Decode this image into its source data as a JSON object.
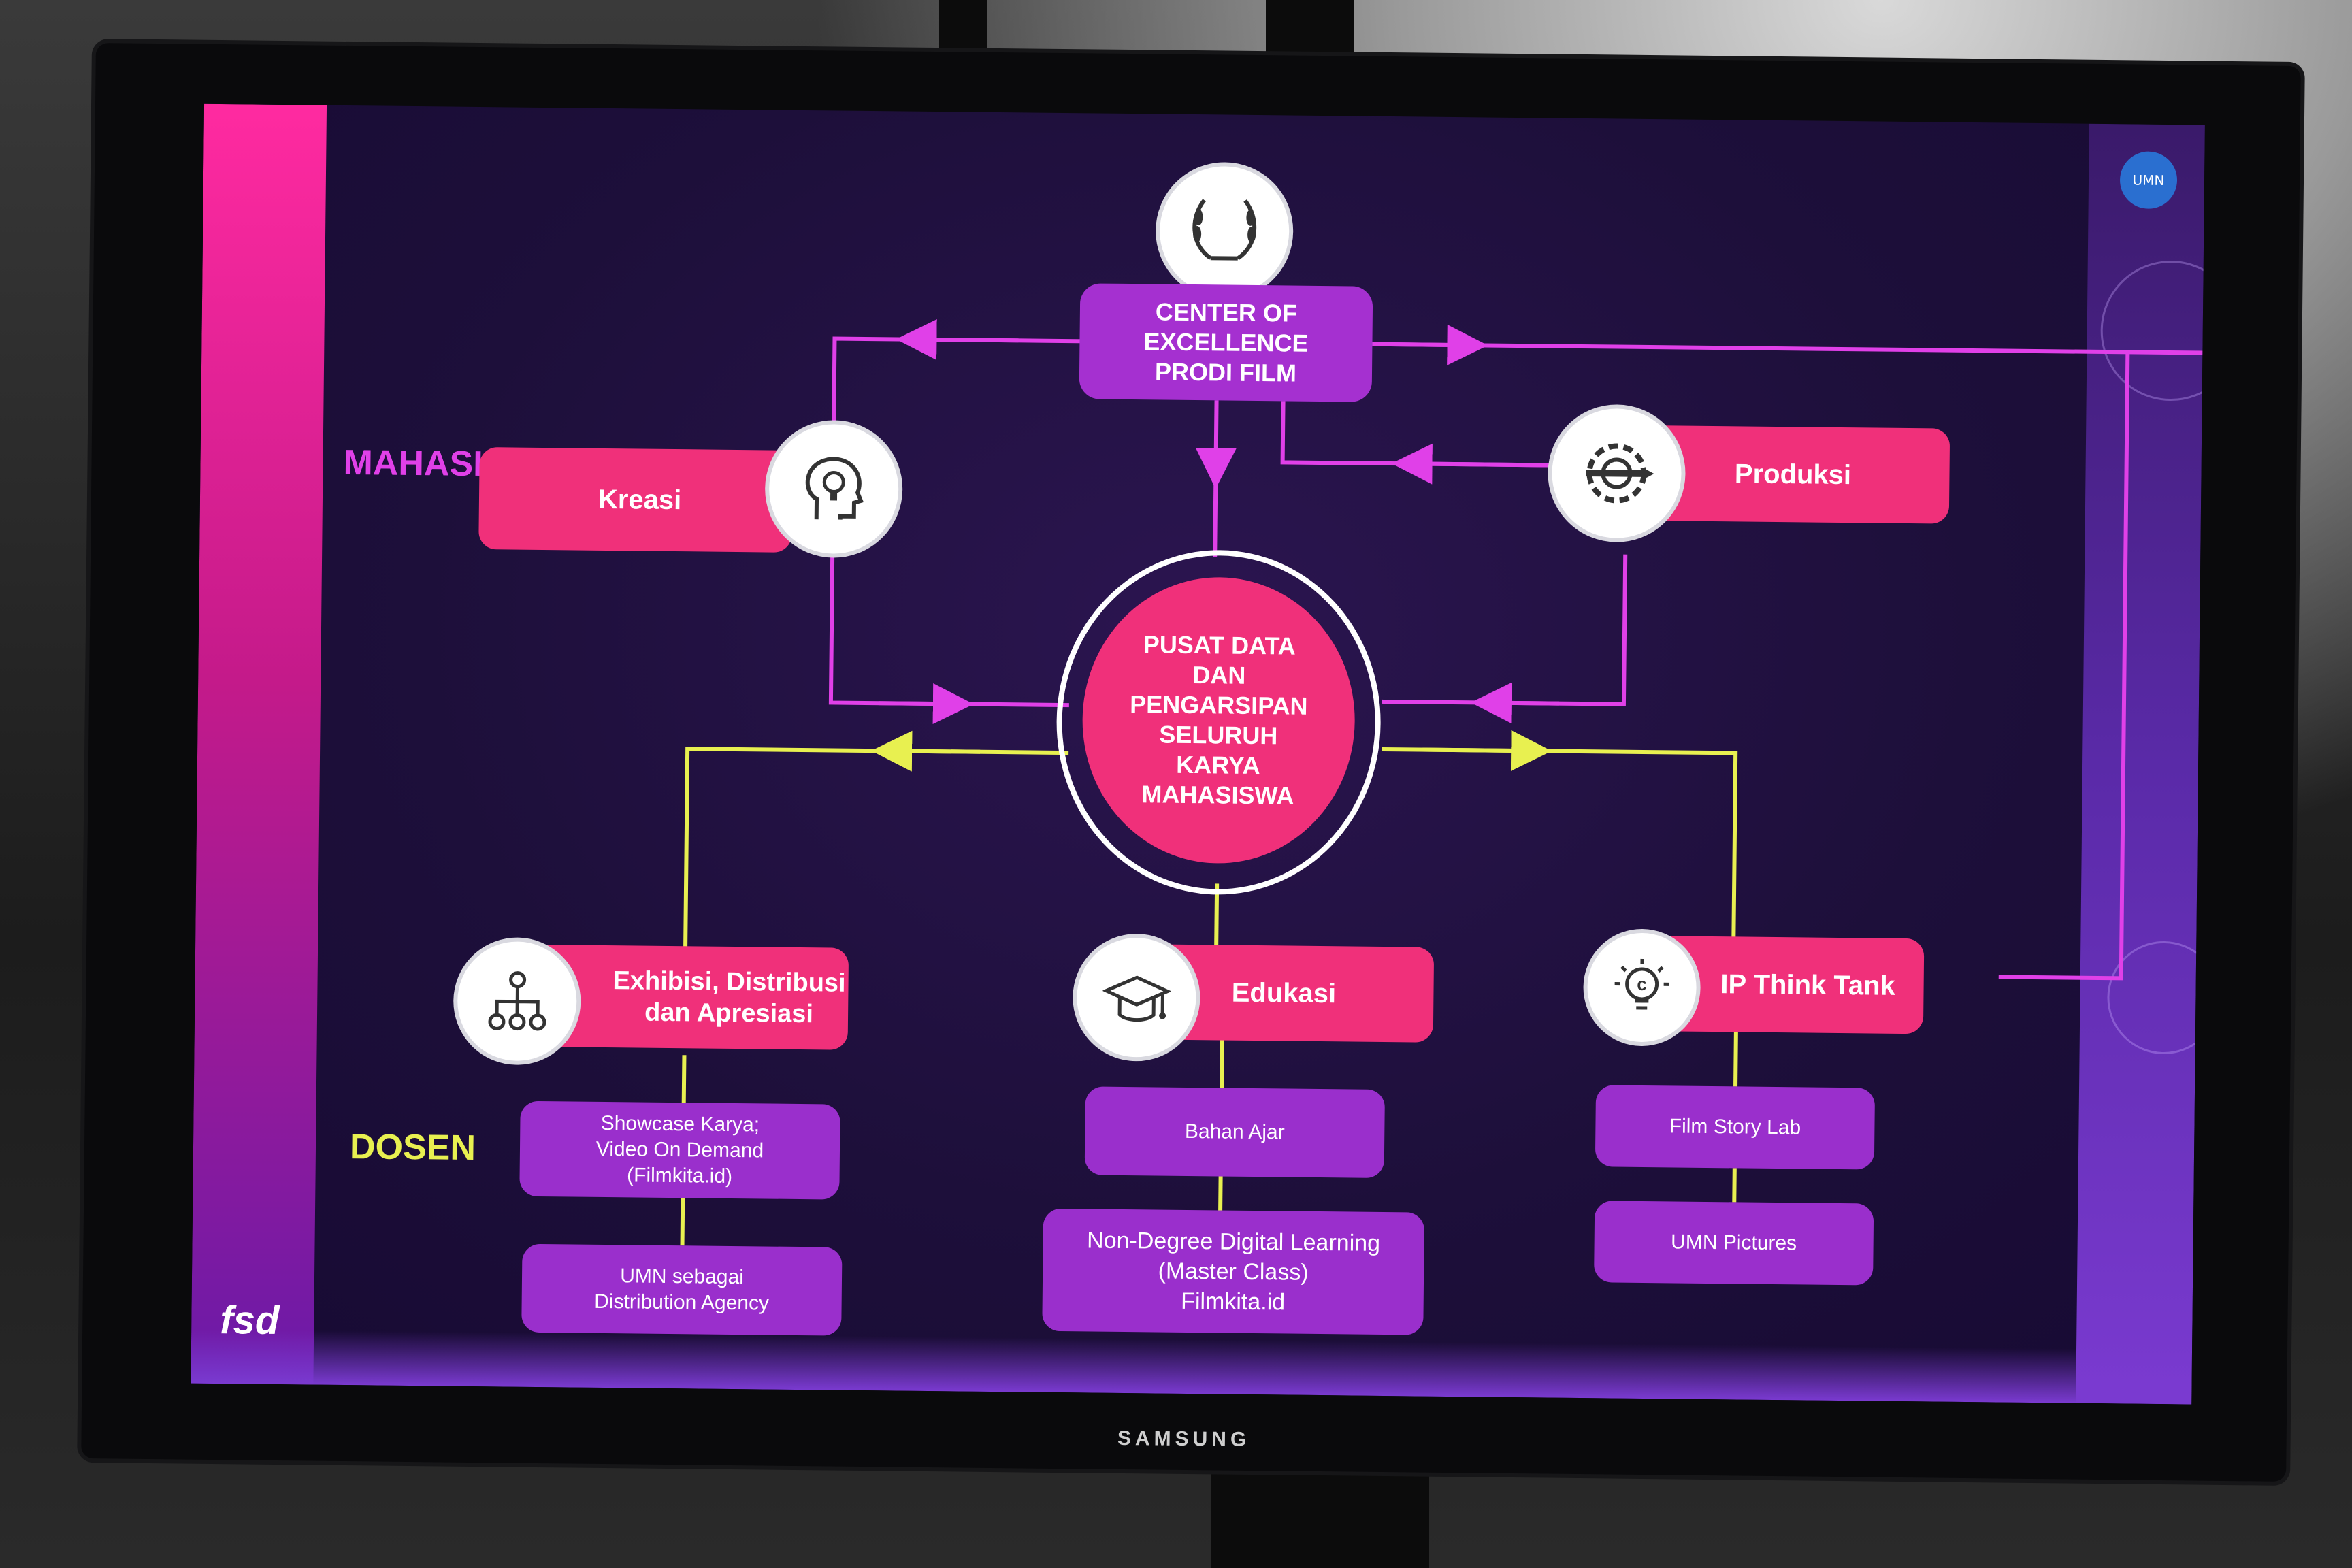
{
  "monitor": {
    "brand": "SAMSUNG"
  },
  "slide": {
    "labels": {
      "mahasiswa": "MAHASISWA",
      "dosen": "DOSEN"
    },
    "top_node": "CENTER OF EXCELLENCE\nPRODI FILM",
    "hub": "PUSAT DATA\nDAN\nPENGARSIPAN\nSELURUH\nKARYA\nMAHASISWA",
    "kreasi": "Kreasi",
    "produksi": "Produksi",
    "exhibisi": "Exhibisi, Distribusi\ndan Apresiasi",
    "edukasi": "Edukasi",
    "ip_think_tank": "IP Think Tank",
    "exhibisi_items": [
      "Showcase Karya;\nVideo On Demand\n(Filmkita.id)",
      "UMN sebagai\nDistribution Agency"
    ],
    "edukasi_items": [
      "Bahan Ajar",
      "Non-Degree Digital Learning\n(Master Class)\nFilmkita.id"
    ],
    "ip_items": [
      "Film Story Lab",
      "UMN Pictures"
    ],
    "logos": {
      "bottom_left": "fsd",
      "top_right": "UMN"
    }
  },
  "icons": [
    "laurel-wreath-icon",
    "head-lightbulb-icon",
    "gear-pencil-icon",
    "hierarchy-icon",
    "graduation-cap-icon",
    "idea-bulb-icon"
  ],
  "colors": {
    "pink": "#f0307a",
    "purple": "#a530d0",
    "magenta_line": "#e040e8",
    "yellow_line": "#e8f050",
    "label_magenta": "#e040e8",
    "label_yellow": "#e8f050",
    "background": "#1d0f3a"
  }
}
